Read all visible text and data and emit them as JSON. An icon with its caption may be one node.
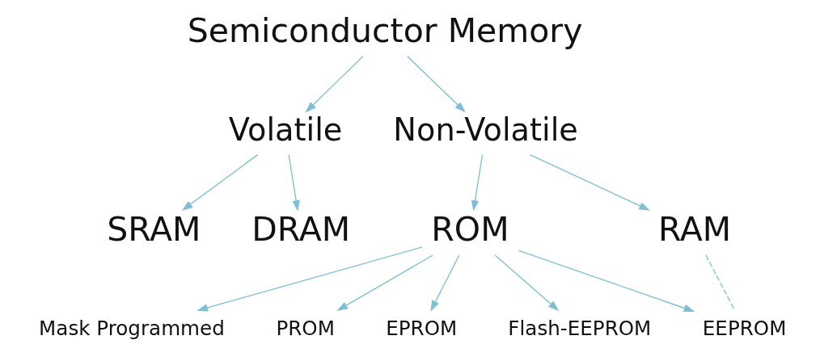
{
  "diagram": {
    "nodes": [
      {
        "text": [
          "Semiconductor Memory"
        ]
      },
      {
        "text": [
          "Volatile"
        ]
      },
      {
        "text": [
          "Non-Volatile"
        ]
      },
      {
        "text": [
          "SRAM"
        ]
      },
      {
        "text": [
          "DRAM"
        ]
      },
      {
        "text": [
          "ROM"
        ]
      },
      {
        "text": [
          "RAM"
        ]
      },
      {
        "text": [
          "Mask Programmed"
        ]
      },
      {
        "text": [
          "PROM"
        ]
      },
      {
        "text": [
          "EPROM"
        ]
      },
      {
        "text": [
          "Flash-EEPROM"
        ]
      },
      {
        "text": [
          "EEPROM"
        ]
      }
    ],
    "edges": [
      {
        "from": 0,
        "to": 1,
        "arrow": "to"
      },
      {
        "from": 0,
        "to": 2,
        "arrow": "to"
      },
      {
        "from": 1,
        "to": 3,
        "arrow": "to"
      },
      {
        "from": 1,
        "to": 4,
        "arrow": "to"
      },
      {
        "from": 2,
        "to": 5,
        "arrow": "to"
      },
      {
        "from": 2,
        "to": 6,
        "arrow": "to"
      },
      {
        "from": 5,
        "to": 7,
        "arrow": "to"
      },
      {
        "from": 5,
        "to": 8,
        "arrow": "to"
      },
      {
        "from": 5,
        "to": 9,
        "arrow": "to"
      },
      {
        "from": 5,
        "to": 10,
        "arrow": "to"
      },
      {
        "from": 5,
        "to": 11,
        "arrow": "to"
      },
      {
        "from": 6,
        "to": 11,
        "arrow": "none",
        "style": "dashed"
      }
    ]
  }
}
